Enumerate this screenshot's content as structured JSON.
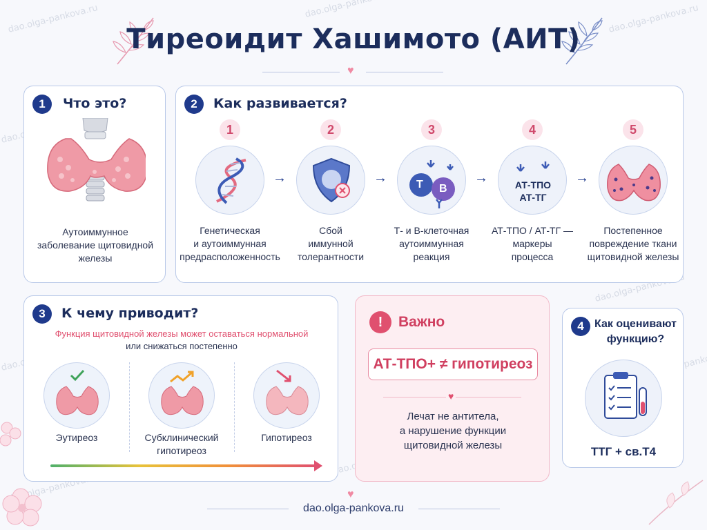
{
  "title": "Тиреоидит Хашимото (АИТ)",
  "watermark": "dao.olga-pankova.ru",
  "footer": "dao.olga-pankova.ru",
  "section1": {
    "number": "1",
    "heading": "Что это?",
    "text_line1": "Аутоиммунное",
    "text_line2": "заболевание щитовидной",
    "text_line3": "железы"
  },
  "section2": {
    "number": "2",
    "heading": "Как развивается?",
    "steps": [
      {
        "num": "1",
        "icon": "dna-icon",
        "l1": "Генетическая",
        "l2": "и аутоиммунная",
        "l3": "предрасположенность"
      },
      {
        "num": "2",
        "icon": "shield-icon",
        "l1": "Сбой",
        "l2": "иммунной",
        "l3": "толерантности"
      },
      {
        "num": "3",
        "icon": "lymphocytes-icon",
        "l1": "Т- и В-клеточная",
        "l2": "аутоиммунная",
        "l3": "реакция",
        "t_label": "T",
        "b_label": "B"
      },
      {
        "num": "4",
        "icon": "antibodies-icon",
        "l1": "АТ-ТПО / АТ-ТГ —",
        "l2": "маркеры",
        "l3": "процесса",
        "inner1": "АТ-ТПО",
        "inner2": "АТ-ТГ"
      },
      {
        "num": "5",
        "icon": "damaged-thyroid-icon",
        "l1": "Постепенное",
        "l2": "повреждение ткани",
        "l3": "щитовидной железы"
      }
    ]
  },
  "section3": {
    "number": "3",
    "heading": "К чему приводит?",
    "note_line1": "Функция щитовидной железы может оставаться нормальной",
    "note_line2": "или снижаться постепенно",
    "states": [
      {
        "l1": "Эутиреоз",
        "l2": "",
        "icon": "check-icon"
      },
      {
        "l1": "Субклинический",
        "l2": "гипотиреоз",
        "icon": "trend-up-icon"
      },
      {
        "l1": "Гипотиреоз",
        "l2": "",
        "icon": "trend-down-icon"
      }
    ]
  },
  "important": {
    "heading": "Важно",
    "formula": "АТ-ТПО+ ≠ гипотиреоз",
    "l1": "Лечат не антитела,",
    "l2": "а нарушение функции",
    "l3": "щитовидной железы"
  },
  "section4": {
    "number": "4",
    "heading_l1": "Как оценивают",
    "heading_l2": "функцию?",
    "tests": "ТТГ + св.Т4"
  },
  "colors": {
    "navy": "#1c2d5c",
    "pink": "#e0506f",
    "accent": "#1f3a8c"
  }
}
